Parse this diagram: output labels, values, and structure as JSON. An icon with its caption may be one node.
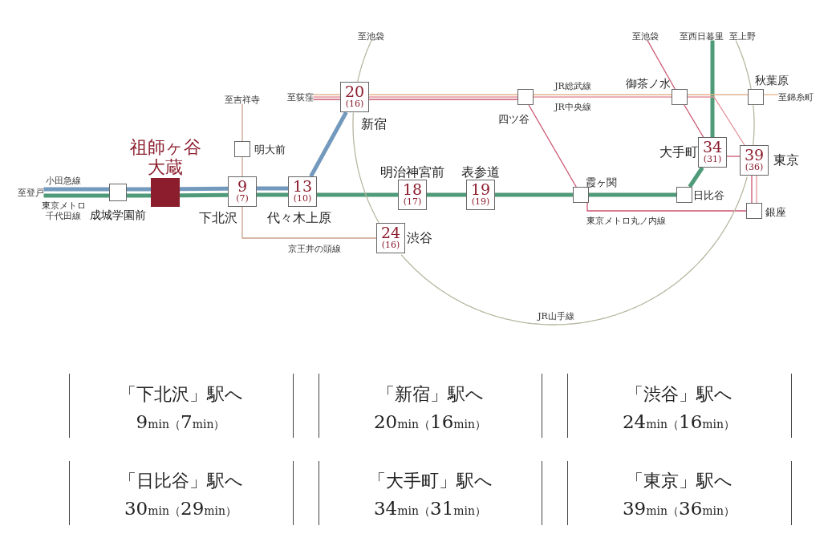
{
  "diagram": {
    "nodes": [
      {
        "text": [
          "至登戸"
        ]
      },
      {
        "text": [],
        "shape": "box",
        "beside": [
          "成城学園前"
        ]
      },
      {
        "text": [],
        "shape": "box",
        "beside": [
          "祖師ヶ谷大蔵"
        ]
      },
      {
        "text": [
          "至吉祥寺"
        ]
      },
      {
        "text": [],
        "shape": "box",
        "beside": [
          "明大前"
        ]
      },
      {
        "text": [
          "9",
          "(7)"
        ],
        "beside": [
          "下北沢"
        ]
      },
      {
        "text": [
          "13",
          "(10)"
        ],
        "beside": [
          "代々木上原"
        ]
      },
      {
        "text": [
          "至荻窪"
        ]
      },
      {
        "text": [
          "至池袋"
        ]
      },
      {
        "text": [
          "20",
          "(16)"
        ],
        "beside": [
          "新宿"
        ]
      },
      {
        "text": [
          "18",
          "(17)"
        ],
        "beside": [
          "明治神宮前"
        ]
      },
      {
        "text": [
          "19",
          "(19)"
        ],
        "beside": [
          "表参道"
        ]
      },
      {
        "text": [
          "24",
          "(16)"
        ],
        "beside": [
          "渋谷"
        ]
      },
      {
        "text": [],
        "shape": "box",
        "beside": [
          "四ツ谷"
        ]
      },
      {
        "text": [],
        "shape": "box",
        "beside": [
          "霞ヶ関"
        ]
      },
      {
        "text": [
          "至池袋"
        ]
      },
      {
        "text": [],
        "shape": "box",
        "beside": [
          "御茶ノ水"
        ]
      },
      {
        "text": [
          "至西日暮里"
        ]
      },
      {
        "text": [
          "至上野"
        ]
      },
      {
        "text": [],
        "shape": "box",
        "beside": [
          "秋葉原"
        ]
      },
      {
        "text": [
          "至錦糸町"
        ]
      },
      {
        "text": [
          "34",
          "(31)"
        ],
        "beside": [
          "大手町"
        ]
      },
      {
        "text": [
          "39",
          "(36)"
        ],
        "beside": [
          "東京"
        ]
      },
      {
        "text": [],
        "shape": "box",
        "beside": [
          "日比谷"
        ]
      },
      {
        "text": [],
        "shape": "box",
        "beside": [
          "銀座"
        ]
      }
    ],
    "edges": [
      {
        "from": 0,
        "to": 1,
        "arrow": "none",
        "style": "thick",
        "color": "#7399bd"
      },
      {
        "from": 1,
        "to": 2,
        "arrow": "none",
        "style": "thick",
        "color": "#7399bd"
      },
      {
        "from": 2,
        "to": 5,
        "arrow": "none",
        "style": "thick",
        "color": "#7399bd"
      },
      {
        "from": 5,
        "to": 6,
        "arrow": "none",
        "style": "thick",
        "color": "#7399bd"
      },
      {
        "from": 6,
        "to": 9,
        "arrow": "none",
        "style": "thick",
        "color": "#7399bd"
      },
      {
        "from": 0,
        "to": 1,
        "arrow": "none",
        "style": "thick",
        "color": "#4f9a78"
      },
      {
        "from": 1,
        "to": 2,
        "arrow": "none",
        "style": "thick",
        "color": "#4f9a78"
      },
      {
        "from": 2,
        "to": 5,
        "arrow": "none",
        "style": "thick",
        "color": "#4f9a78"
      },
      {
        "from": 5,
        "to": 6,
        "arrow": "none",
        "style": "thick",
        "color": "#4f9a78"
      },
      {
        "from": 6,
        "to": 10,
        "arrow": "none",
        "style": "thick",
        "color": "#4f9a78"
      },
      {
        "from": 10,
        "to": 11,
        "arrow": "none",
        "style": "thick",
        "color": "#4f9a78"
      },
      {
        "from": 11,
        "to": 14,
        "arrow": "none",
        "style": "thick",
        "color": "#4f9a78"
      },
      {
        "from": 14,
        "to": 23,
        "arrow": "none",
        "style": "thick",
        "color": "#4f9a78"
      },
      {
        "from": 23,
        "to": 21,
        "arrow": "none",
        "style": "thick",
        "color": "#4f9a78"
      },
      {
        "from": 21,
        "to": 17,
        "arrow": "none",
        "style": "thick",
        "color": "#4f9a78"
      },
      {
        "from": 3,
        "to": 4,
        "arrow": "none",
        "color": "#c9a08c"
      },
      {
        "from": 4,
        "to": 5,
        "arrow": "none",
        "color": "#c9a08c"
      },
      {
        "from": 5,
        "to": 12,
        "arrow": "none",
        "color": "#c9a08c"
      },
      {
        "from": 7,
        "to": 9,
        "arrow": "none",
        "color": "#e6b48c"
      },
      {
        "from": 9,
        "to": 13,
        "arrow": "none",
        "color": "#e6b48c"
      },
      {
        "from": 13,
        "to": 16,
        "arrow": "none",
        "color": "#e6b48c"
      },
      {
        "from": 16,
        "to": 19,
        "arrow": "none",
        "color": "#e6b48c"
      },
      {
        "from": 19,
        "to": 20,
        "arrow": "none",
        "color": "#e6b48c"
      },
      {
        "from": 7,
        "to": 9,
        "arrow": "none",
        "color": "#e3939a"
      },
      {
        "from": 9,
        "to": 13,
        "arrow": "none",
        "color": "#e3939a"
      },
      {
        "from": 13,
        "to": 16,
        "arrow": "none",
        "color": "#e3939a"
      },
      {
        "from": 16,
        "to": 22,
        "arrow": "none",
        "color": "#e3939a"
      },
      {
        "from": 7,
        "to": 9,
        "arrow": "none",
        "color": "#cc5470"
      },
      {
        "from": 9,
        "to": 13,
        "arrow": "none",
        "color": "#cc5470"
      },
      {
        "from": 13,
        "to": 14,
        "arrow": "none",
        "color": "#cc5470"
      },
      {
        "from": 14,
        "to": 24,
        "arrow": "none",
        "color": "#cc5470"
      },
      {
        "from": 15,
        "to": 16,
        "arrow": "none",
        "color": "#cc5470"
      },
      {
        "from": 16,
        "to": 21,
        "arrow": "none",
        "color": "#cc5470"
      },
      {
        "from": 21,
        "to": 22,
        "arrow": "none",
        "color": "#cc5470"
      },
      {
        "from": 22,
        "to": 24,
        "arrow": "none",
        "color": "#cc5470"
      },
      {
        "from": 22,
        "to": 24,
        "arrow": "none",
        "color": "#e3939a"
      },
      {
        "from": 8,
        "to": 9,
        "arrow": "none",
        "color": "#b8b7a0"
      },
      {
        "from": 9,
        "to": 12,
        "arrow": "none",
        "color": "#b8b7a0"
      },
      {
        "from": 12,
        "to": 22,
        "arrow": "none",
        "color": "#b8b7a0"
      },
      {
        "from": 22,
        "to": 19,
        "arrow": "none",
        "color": "#b8b7a0"
      },
      {
        "from": 19,
        "to": 18,
        "arrow": "none",
        "color": "#b8b7a0"
      }
    ],
    "labels": [
      "小田急線",
      "東京メトロ千代田線",
      "京王井の頭線",
      "JR総武線",
      "JR中央線",
      "東京メトロ丸ノ内線",
      "JR山手線",
      "「下北沢」駅へ",
      "9min（7min）",
      "「新宿」駅へ",
      "20min（16min）",
      "「渋谷」駅へ",
      "24min（16min）",
      "「日比谷」駅へ",
      "30min（29min）",
      "「大手町」駅へ",
      "34min（31min）",
      "「東京」駅へ",
      "39min（36min）"
    ]
  }
}
